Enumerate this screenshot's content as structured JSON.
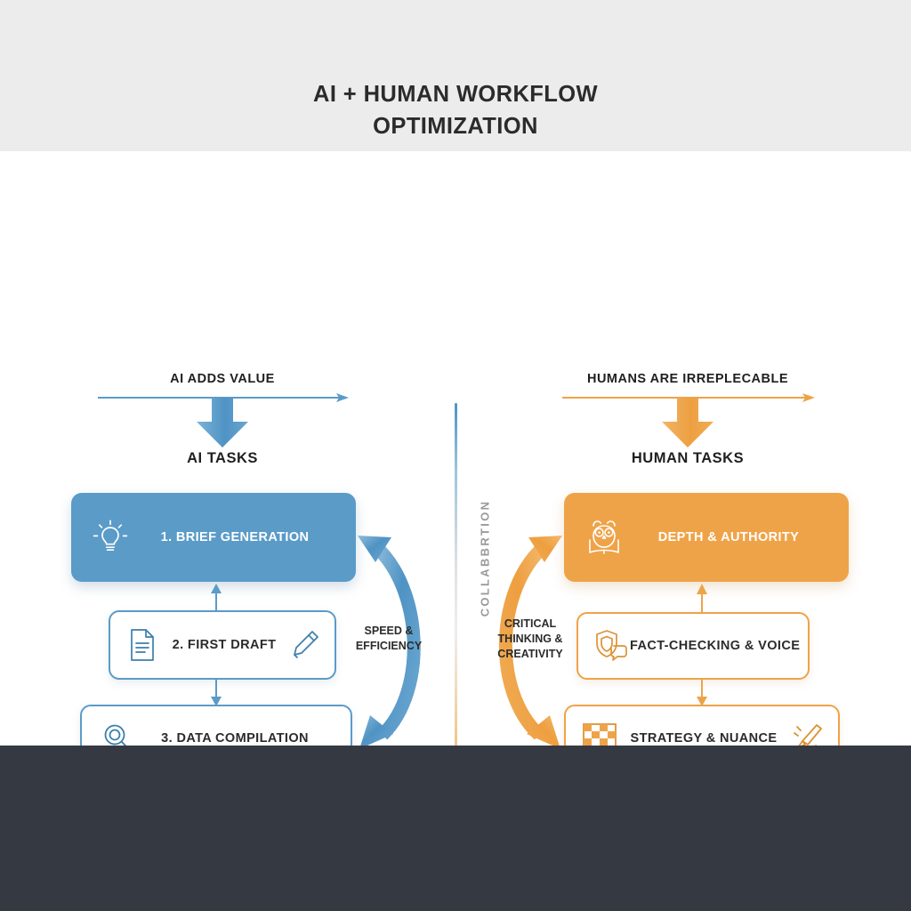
{
  "title": {
    "line1": "AI + HUMAN WORKFLOW",
    "line2": "OPTIMIZATION"
  },
  "center": {
    "divider_label": "COLLABBRTION"
  },
  "columns": {
    "left": {
      "banner_label": "AI ADDS VALUE",
      "section_label": "AI TASKS",
      "accent_color": "#5b9bc8",
      "cards": [
        {
          "label": "1. BRIEF GENERATION",
          "icon_left": "lightbulb-icon",
          "icon_right": "",
          "style": "filled"
        },
        {
          "label": "2. FIRST DRAFT",
          "icon_left": "document-icon",
          "icon_right": "pencil-icon",
          "style": "outline"
        },
        {
          "label": "3. DATA COMPILATION",
          "icon_left": "magnifier-icon",
          "icon_right": "",
          "style": "outline"
        }
      ],
      "exchange_caption": "SPEED &\nEFFICIENCY"
    },
    "right": {
      "banner_label": "HUMANS ARE IRREPLECABLE",
      "section_label": "HUMAN TASKS",
      "accent_color": "#efa348",
      "cards": [
        {
          "label": "DEPTH & AUTHORITY",
          "icon_left": "owl-book-icon",
          "icon_right": "",
          "style": "filled"
        },
        {
          "label": "FACT-CHECKING & VOICE",
          "icon_left": "shield-chat-icon",
          "icon_right": "",
          "style": "outline"
        },
        {
          "label": "STRATEGY & NUANCE",
          "icon_left": "chessboard-icon",
          "icon_right": "paintbrush-icon",
          "style": "outline"
        }
      ],
      "exchange_caption": "CRITICAL\nTHINKING &\nCREATIVITY"
    }
  },
  "colors": {
    "blue": "#5b9bc8",
    "orange": "#efa348",
    "header_band": "#ececec",
    "footer_band": "#353942",
    "text": "#2b2b2b",
    "divider_text": "#9a9a9a"
  }
}
